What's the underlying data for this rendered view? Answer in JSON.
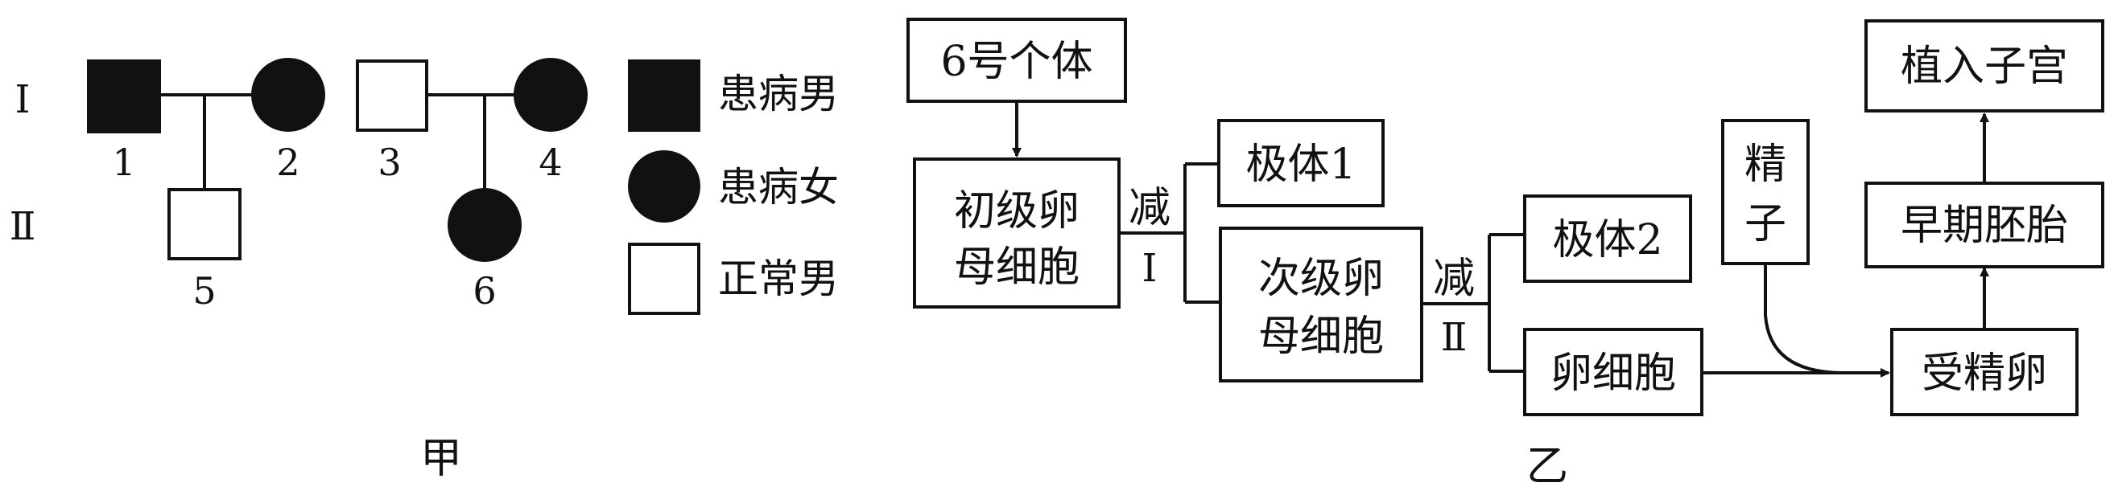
{
  "pedigree": {
    "generations": [
      "Ⅰ",
      "Ⅱ"
    ],
    "individuals": [
      {
        "id": "1",
        "label": "1",
        "sex": "male",
        "affected": true
      },
      {
        "id": "2",
        "label": "2",
        "sex": "female",
        "affected": true
      },
      {
        "id": "3",
        "label": "3",
        "sex": "male",
        "affected": false
      },
      {
        "id": "4",
        "label": "4",
        "sex": "female",
        "affected": true
      },
      {
        "id": "5",
        "label": "5",
        "sex": "male",
        "affected": false
      },
      {
        "id": "6",
        "label": "6",
        "sex": "female",
        "affected": true
      }
    ],
    "legend": [
      {
        "symbol": "filled-square",
        "label": "患病男"
      },
      {
        "symbol": "filled-circle",
        "label": "患病女"
      },
      {
        "symbol": "open-square",
        "label": "正常男"
      }
    ],
    "caption": "甲"
  },
  "flow": {
    "nodes": {
      "individual6": "6号个体",
      "primary_oocyte_line1": "初级卵",
      "primary_oocyte_line2": "母细胞",
      "polar_body1": "极体1",
      "secondary_oocyte_line1": "次级卵",
      "secondary_oocyte_line2": "母细胞",
      "polar_body2": "极体2",
      "egg": "卵细胞",
      "sperm_line1": "精",
      "sperm_line2": "子",
      "zygote": "受精卵",
      "early_embryo": "早期胚胎",
      "implant": "植入子宫"
    },
    "meiosis1": {
      "word": "减",
      "numeral": "Ⅰ"
    },
    "meiosis2": {
      "word": "减",
      "numeral": "Ⅱ"
    },
    "caption": "乙"
  },
  "colors": {
    "ink": "#111111",
    "background": "#ffffff"
  }
}
